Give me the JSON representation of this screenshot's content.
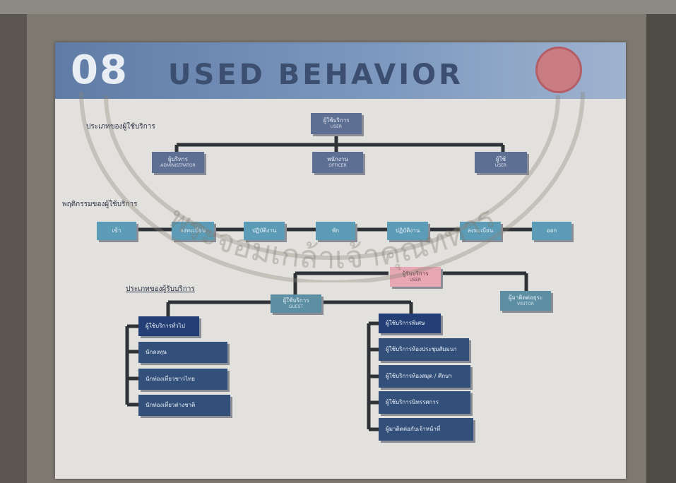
{
  "banner": {
    "number": "08",
    "title": "USED BEHAVIOR"
  },
  "section1": {
    "heading": "ประเภทของผู้ใช้บริการ",
    "top": {
      "line1": "ผู้ใช้บริการ",
      "line2": "USER"
    },
    "children": [
      {
        "line1": "ผู้บริหาร",
        "line2": "ADMINISTRATOR"
      },
      {
        "line1": "พนักงาน",
        "line2": "OFFICER"
      },
      {
        "line1": "ผู้ใช้",
        "line2": "USER"
      }
    ]
  },
  "section2": {
    "heading": "พฤติกรรมของผู้ใช้บริการ",
    "steps": [
      "เข้า",
      "ลงทะเบียน",
      "ปฏิบัติงาน",
      "พัก",
      "ปฏิบัติงาน",
      "ลงทะเบียน",
      "ออก"
    ]
  },
  "section3": {
    "heading": "ประเภทของผู้รับบริการ",
    "root": {
      "line1": "ผู้รับบริการ",
      "line2": "USER"
    },
    "middle": {
      "line1": "ผู้ใช้บริการ",
      "line2": "GUEST"
    },
    "right": {
      "line1": "ผู้มาติดต่อธุระ",
      "line2": "VISITOR"
    },
    "left_group": {
      "head": "ผู้ใช้บริการทั่วไป",
      "items": [
        "นักลงทุน",
        "นักท่องเที่ยวชาวไทย",
        "นักท่องเที่ยวต่างชาติ"
      ]
    },
    "right_group": {
      "head": "ผู้ใช้บริการพิเศษ",
      "items": [
        "ผู้ใช้บริการห้องประชุมสัมมนา",
        "ผู้ใช้บริการห้องสมุด / ศึกษา",
        "ผู้ใช้บริการนิทรรศการ",
        "ผู้มาติดต่อกับเจ้าหน้าที่"
      ]
    }
  },
  "watermark": {
    "text": "พระจอมเกล้าเจ้าคุณทหาร"
  },
  "colors": {
    "banner": "#6f8ab3",
    "box_slate": "#5d6f93",
    "box_teal": "#5c9cb7",
    "box_pink": "#e7a8b3",
    "box_navy": "#233f75",
    "connector": "#2f3338"
  }
}
